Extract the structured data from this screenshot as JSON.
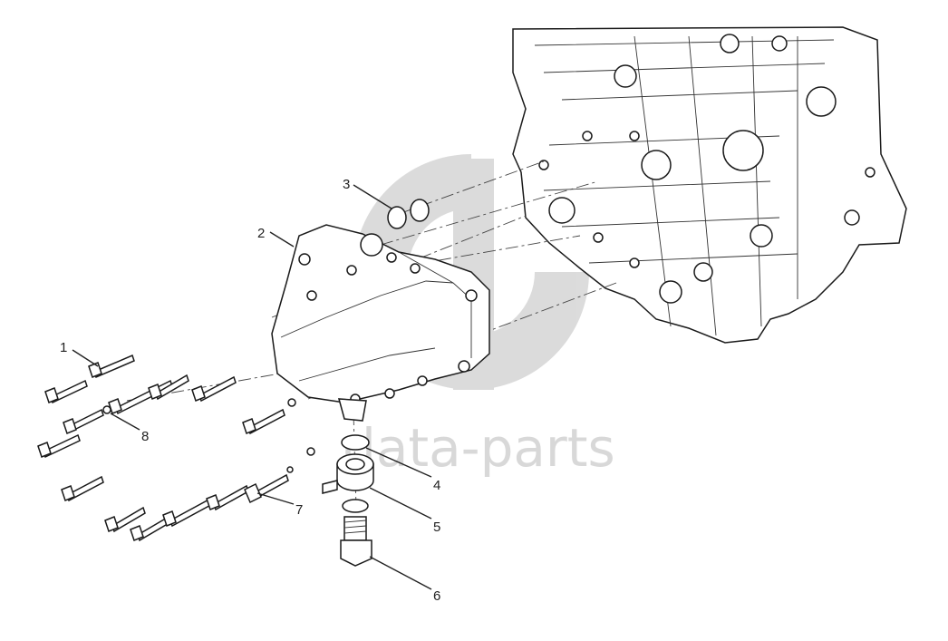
{
  "watermark": {
    "text": "data-parts",
    "color": "#b9b9b9"
  },
  "callouts": [
    {
      "id": "1",
      "label": "1"
    },
    {
      "id": "2",
      "label": "2"
    },
    {
      "id": "3",
      "label": "3"
    },
    {
      "id": "4",
      "label": "4"
    },
    {
      "id": "5",
      "label": "5"
    },
    {
      "id": "6",
      "label": "6"
    },
    {
      "id": "7",
      "label": "7"
    },
    {
      "id": "8",
      "label": "8"
    }
  ]
}
